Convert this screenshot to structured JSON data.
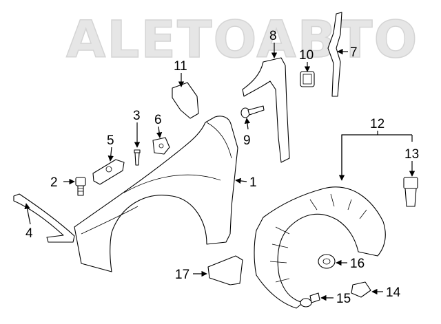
{
  "watermark": {
    "text": "ALETOABTO"
  },
  "callouts": [
    {
      "id": "1",
      "label": "1"
    },
    {
      "id": "2",
      "label": "2"
    },
    {
      "id": "3",
      "label": "3"
    },
    {
      "id": "4",
      "label": "4"
    },
    {
      "id": "5",
      "label": "5"
    },
    {
      "id": "6",
      "label": "6"
    },
    {
      "id": "7",
      "label": "7"
    },
    {
      "id": "8",
      "label": "8"
    },
    {
      "id": "9",
      "label": "9"
    },
    {
      "id": "10",
      "label": "10"
    },
    {
      "id": "11",
      "label": "11"
    },
    {
      "id": "12",
      "label": "12"
    },
    {
      "id": "13",
      "label": "13"
    },
    {
      "id": "14",
      "label": "14"
    },
    {
      "id": "15",
      "label": "15"
    },
    {
      "id": "16",
      "label": "16"
    },
    {
      "id": "17",
      "label": "17"
    }
  ]
}
